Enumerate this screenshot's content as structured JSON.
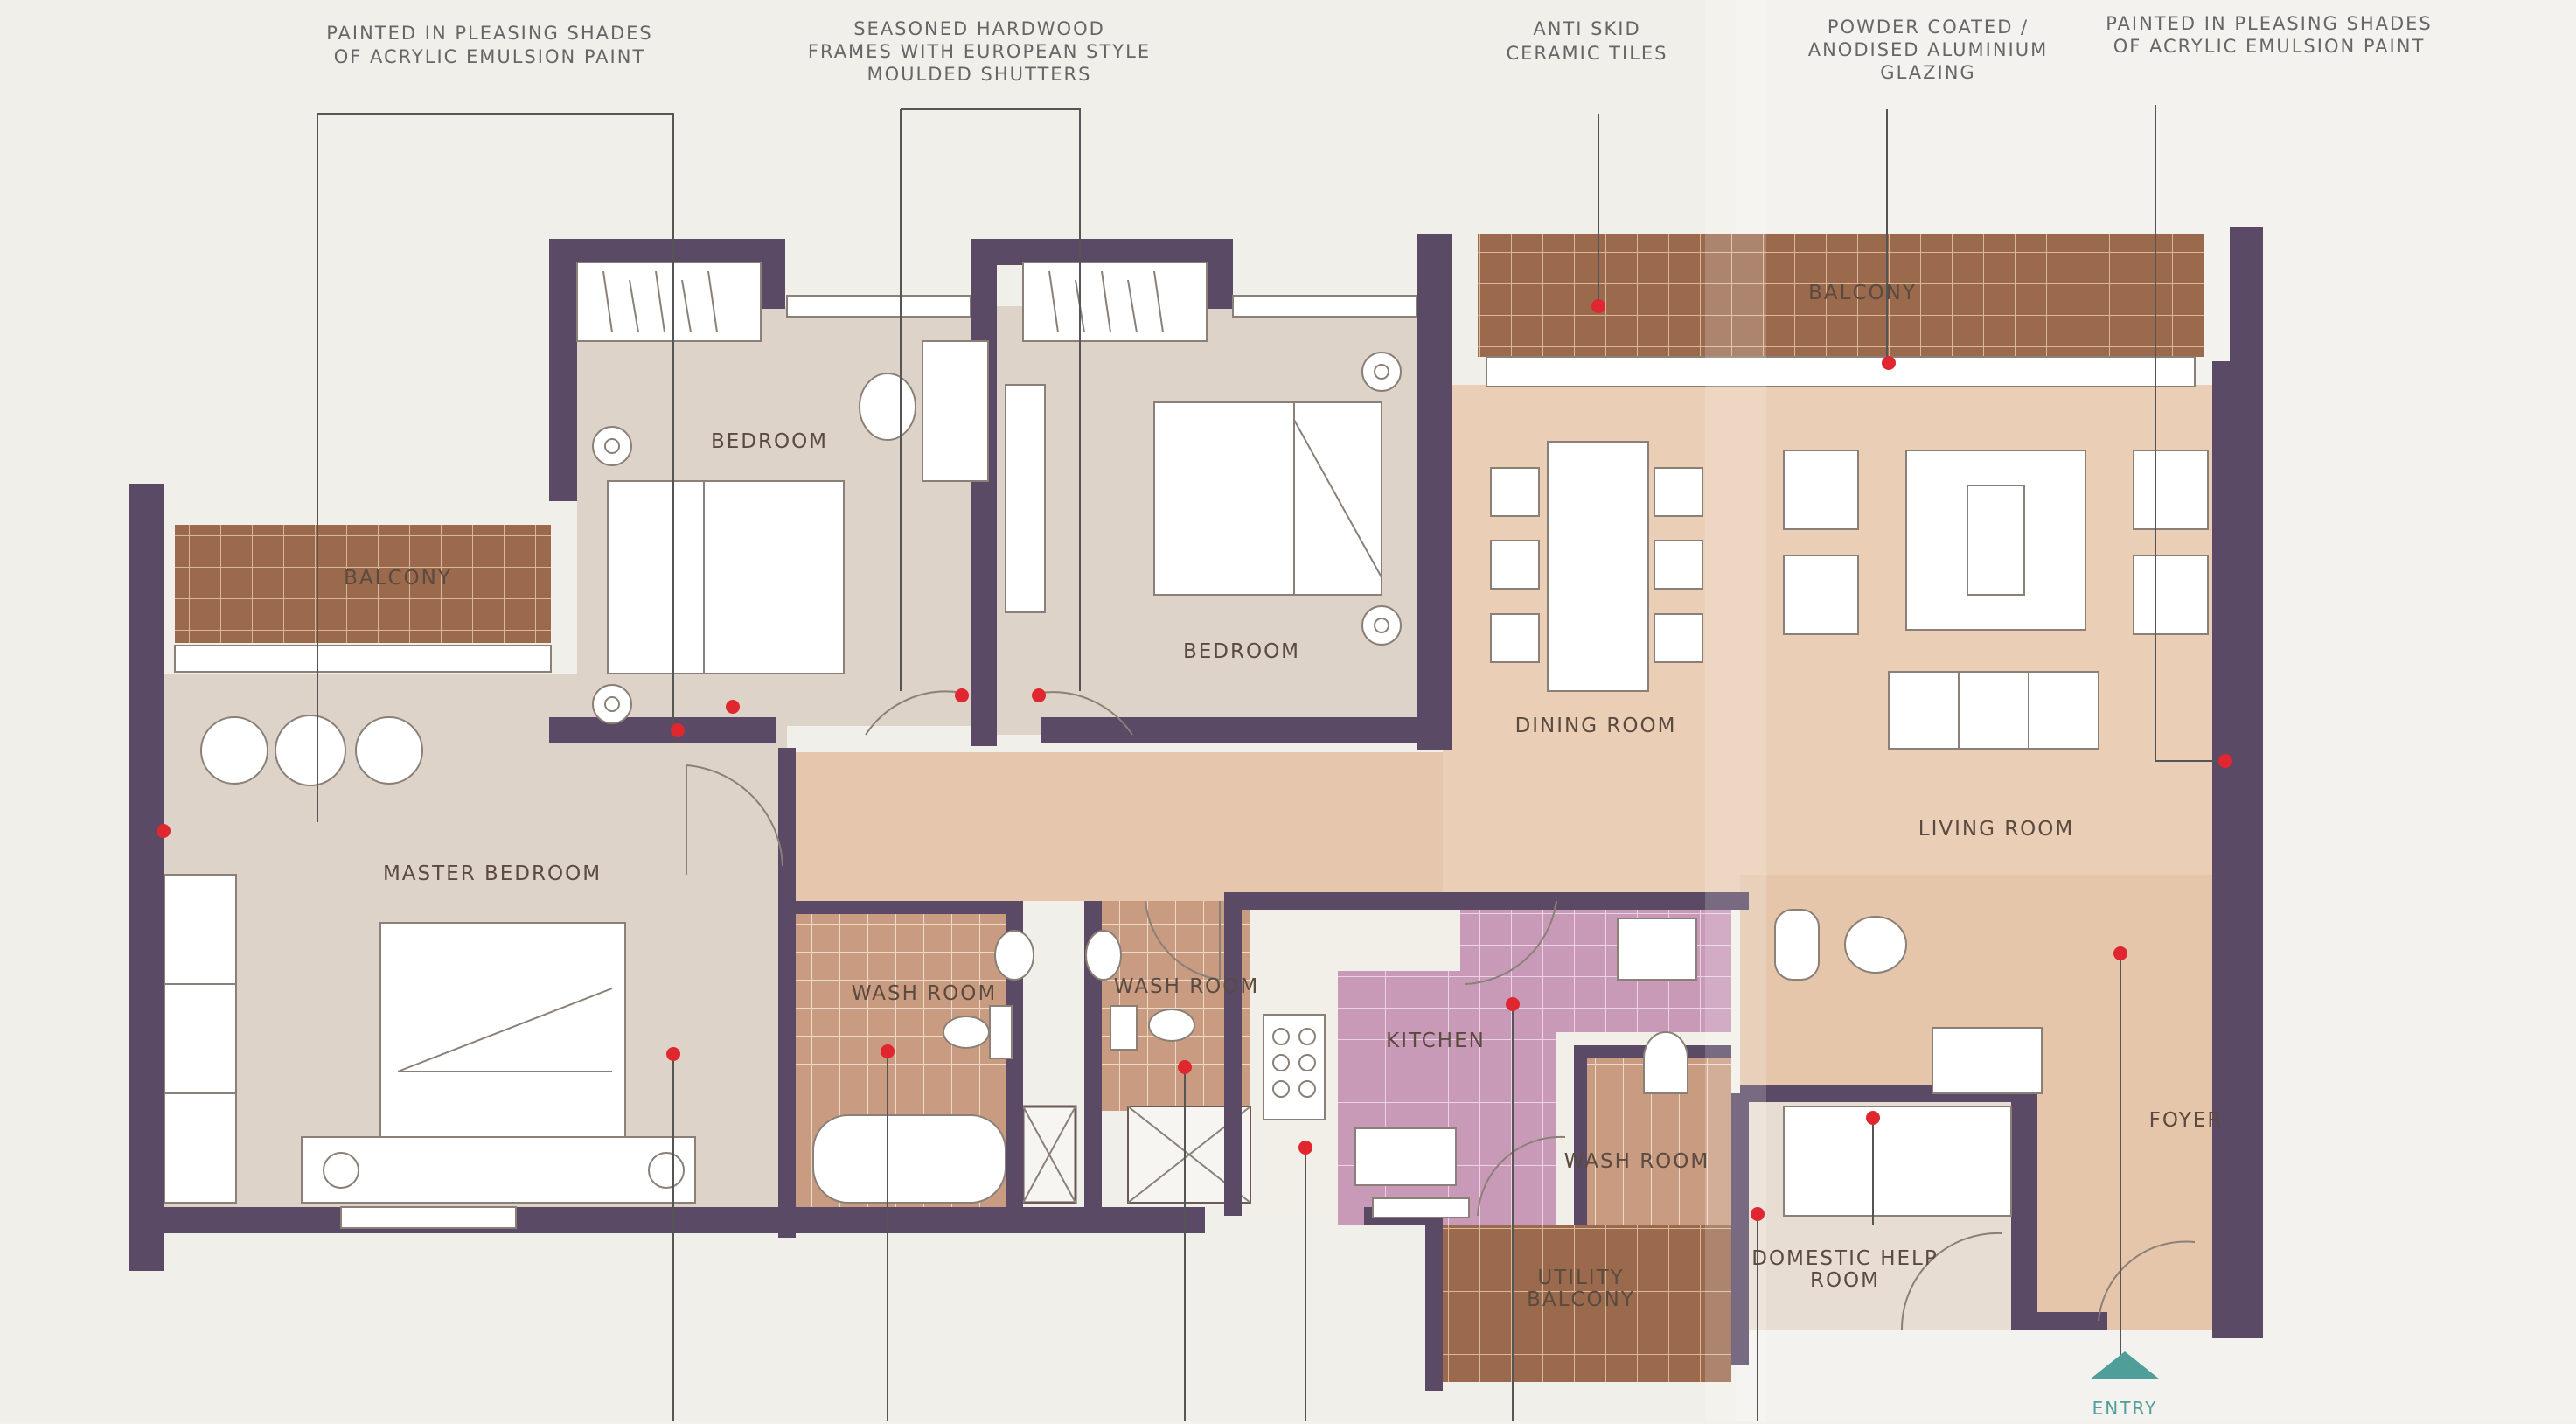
{
  "annotations": [
    {
      "lines": [
        "PAINTED IN PLEASING SHADES",
        "OF ACRYLIC EMULSION PAINT"
      ]
    },
    {
      "lines": [
        "SEASONED HARDWOOD",
        "FRAMES WITH EUROPEAN STYLE",
        "MOULDED SHUTTERS"
      ]
    },
    {
      "lines": [
        "ANTI SKID",
        "CERAMIC TILES"
      ]
    },
    {
      "lines": [
        "POWDER COATED /",
        "ANODISED ALUMINIUM",
        "GLAZING"
      ]
    },
    {
      "lines": [
        "PAINTED IN PLEASING SHADES",
        "OF ACRYLIC EMULSION PAINT"
      ]
    }
  ],
  "rooms": {
    "balcony_left": "BALCONY",
    "bedroom_1": "BEDROOM",
    "bedroom_2": "BEDROOM",
    "master_bedroom": "MASTER BEDROOM",
    "wash_room_1": "WASH ROOM",
    "wash_room_2": "WASH ROOM",
    "kitchen": "KITCHEN",
    "wash_room_3": "WASH ROOM",
    "utility_balcony": [
      "UTILITY",
      "BALCONY"
    ],
    "dining_room": "DINING ROOM",
    "living_room": "LIVING ROOM",
    "balcony_right": "BALCONY",
    "domestic_help_room": [
      "DOMESTIC HELP",
      "ROOM"
    ],
    "foyer": "FOYER"
  },
  "entry_label": "ENTRY",
  "colors": {
    "wall": "#5b4a65",
    "bedroom_floor": "#ddd3c8",
    "living_floor": "#e9cdb3",
    "balcony_tile": "#9b6a4d",
    "wash_tile": "#c99b80",
    "kitchen_tile": "#c99ab8",
    "marker": "#e0262e",
    "entry_arrow": "#4f9e9a"
  }
}
